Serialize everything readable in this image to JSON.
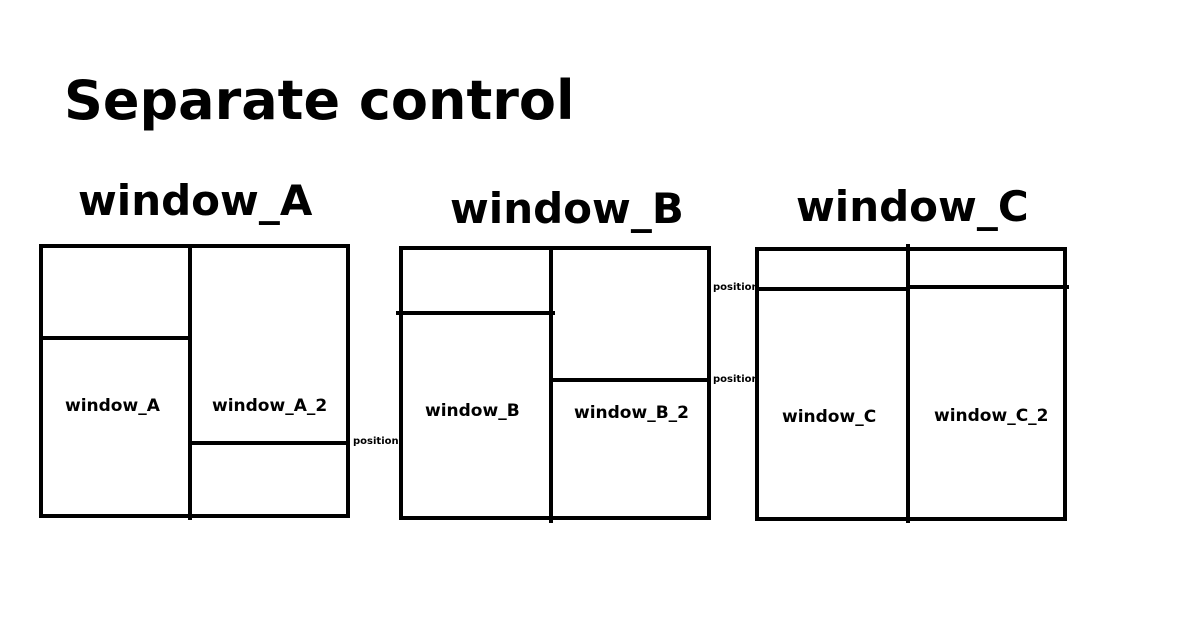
{
  "diagram": {
    "title": "Separate control",
    "windows": [
      {
        "name": "window_A",
        "left_pane": "window_A",
        "right_pane": "window_A_2",
        "splitter_labels": [
          "position"
        ]
      },
      {
        "name": "window_B",
        "left_pane": "window_B",
        "right_pane": "window_B_2",
        "splitter_labels": [
          "position"
        ]
      },
      {
        "name": "window_C",
        "left_pane": "window_C",
        "right_pane": "window_C_2",
        "splitter_labels": [
          "position"
        ]
      }
    ]
  }
}
